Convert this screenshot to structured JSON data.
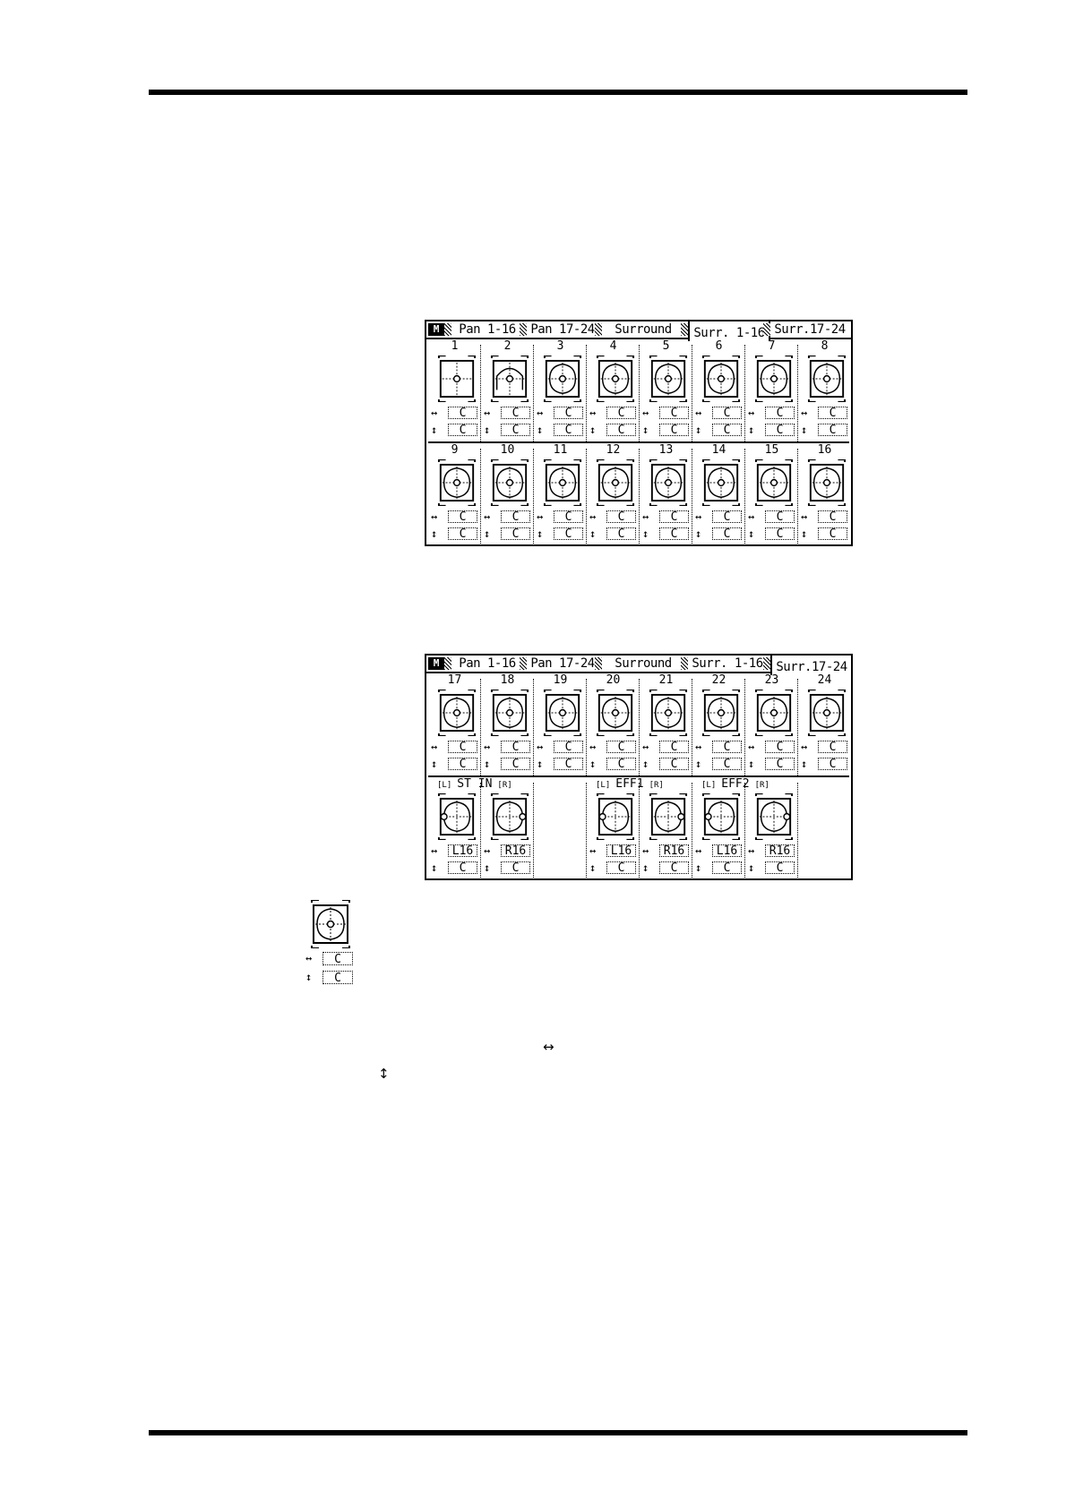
{
  "tabs": [
    {
      "label": "Pan 1-16"
    },
    {
      "label": "Pan 17-24"
    },
    {
      "label": "Surround"
    },
    {
      "label": "Surr. 1-16"
    },
    {
      "label": "Surr.17-24"
    }
  ],
  "mode_label": "M",
  "screen1": {
    "active_tab": 3,
    "row1": [
      {
        "num": "1",
        "h": "C",
        "v": "C",
        "icon": "surround-square-icon"
      },
      {
        "num": "2",
        "h": "C",
        "v": "C",
        "icon": "surround-arc-icon"
      },
      {
        "num": "3",
        "h": "C",
        "v": "C",
        "icon": "surround-diamond-icon"
      },
      {
        "num": "4",
        "h": "C",
        "v": "C",
        "icon": "surround-diamond-icon"
      },
      {
        "num": "5",
        "h": "C",
        "v": "C",
        "icon": "surround-diamond-icon"
      },
      {
        "num": "6",
        "h": "C",
        "v": "C",
        "icon": "surround-diamond-icon"
      },
      {
        "num": "7",
        "h": "C",
        "v": "C",
        "icon": "surround-diamond-icon"
      },
      {
        "num": "8",
        "h": "C",
        "v": "C",
        "icon": "surround-diamond-icon"
      }
    ],
    "row2": [
      {
        "num": "9",
        "h": "C",
        "v": "C",
        "icon": "surround-diamond-icon"
      },
      {
        "num": "10",
        "h": "C",
        "v": "C",
        "icon": "surround-diamond-icon"
      },
      {
        "num": "11",
        "h": "C",
        "v": "C",
        "icon": "surround-diamond-icon"
      },
      {
        "num": "12",
        "h": "C",
        "v": "C",
        "icon": "surround-diamond-icon"
      },
      {
        "num": "13",
        "h": "C",
        "v": "C",
        "icon": "surround-diamond-icon"
      },
      {
        "num": "14",
        "h": "C",
        "v": "C",
        "icon": "surround-diamond-icon"
      },
      {
        "num": "15",
        "h": "C",
        "v": "C",
        "icon": "surround-diamond-icon"
      },
      {
        "num": "16",
        "h": "C",
        "v": "C",
        "icon": "surround-diamond-icon"
      }
    ]
  },
  "screen2": {
    "active_tab": 4,
    "row1": [
      {
        "num": "17",
        "h": "C",
        "v": "C"
      },
      {
        "num": "18",
        "h": "C",
        "v": "C"
      },
      {
        "num": "19",
        "h": "C",
        "v": "C"
      },
      {
        "num": "20",
        "h": "C",
        "v": "C"
      },
      {
        "num": "21",
        "h": "C",
        "v": "C"
      },
      {
        "num": "22",
        "h": "C",
        "v": "C"
      },
      {
        "num": "23",
        "h": "C",
        "v": "C"
      },
      {
        "num": "24",
        "h": "C",
        "v": "C"
      }
    ],
    "row2": [
      {
        "h": "L16",
        "v": "C",
        "side": "L"
      },
      {
        "h": "R16",
        "v": "C",
        "side": "R"
      },
      null,
      {
        "h": "L16",
        "v": "C",
        "side": "L"
      },
      {
        "h": "R16",
        "v": "C",
        "side": "R"
      },
      {
        "h": "L16",
        "v": "C",
        "side": "L"
      },
      {
        "h": "R16",
        "v": "C",
        "side": "R"
      },
      null
    ],
    "groups": {
      "st_in": {
        "l": "[L]",
        "name": "ST  IN",
        "r": "[R]"
      },
      "eff1": {
        "l": "[L]",
        "name": "EFF1",
        "r": "[R]"
      },
      "eff2": {
        "l": "[L]",
        "name": "EFF2",
        "r": "[R]"
      }
    }
  },
  "legend": {
    "h": "C",
    "v": "C"
  },
  "arrows": {
    "horizontal": "↔",
    "vertical": "↕"
  }
}
